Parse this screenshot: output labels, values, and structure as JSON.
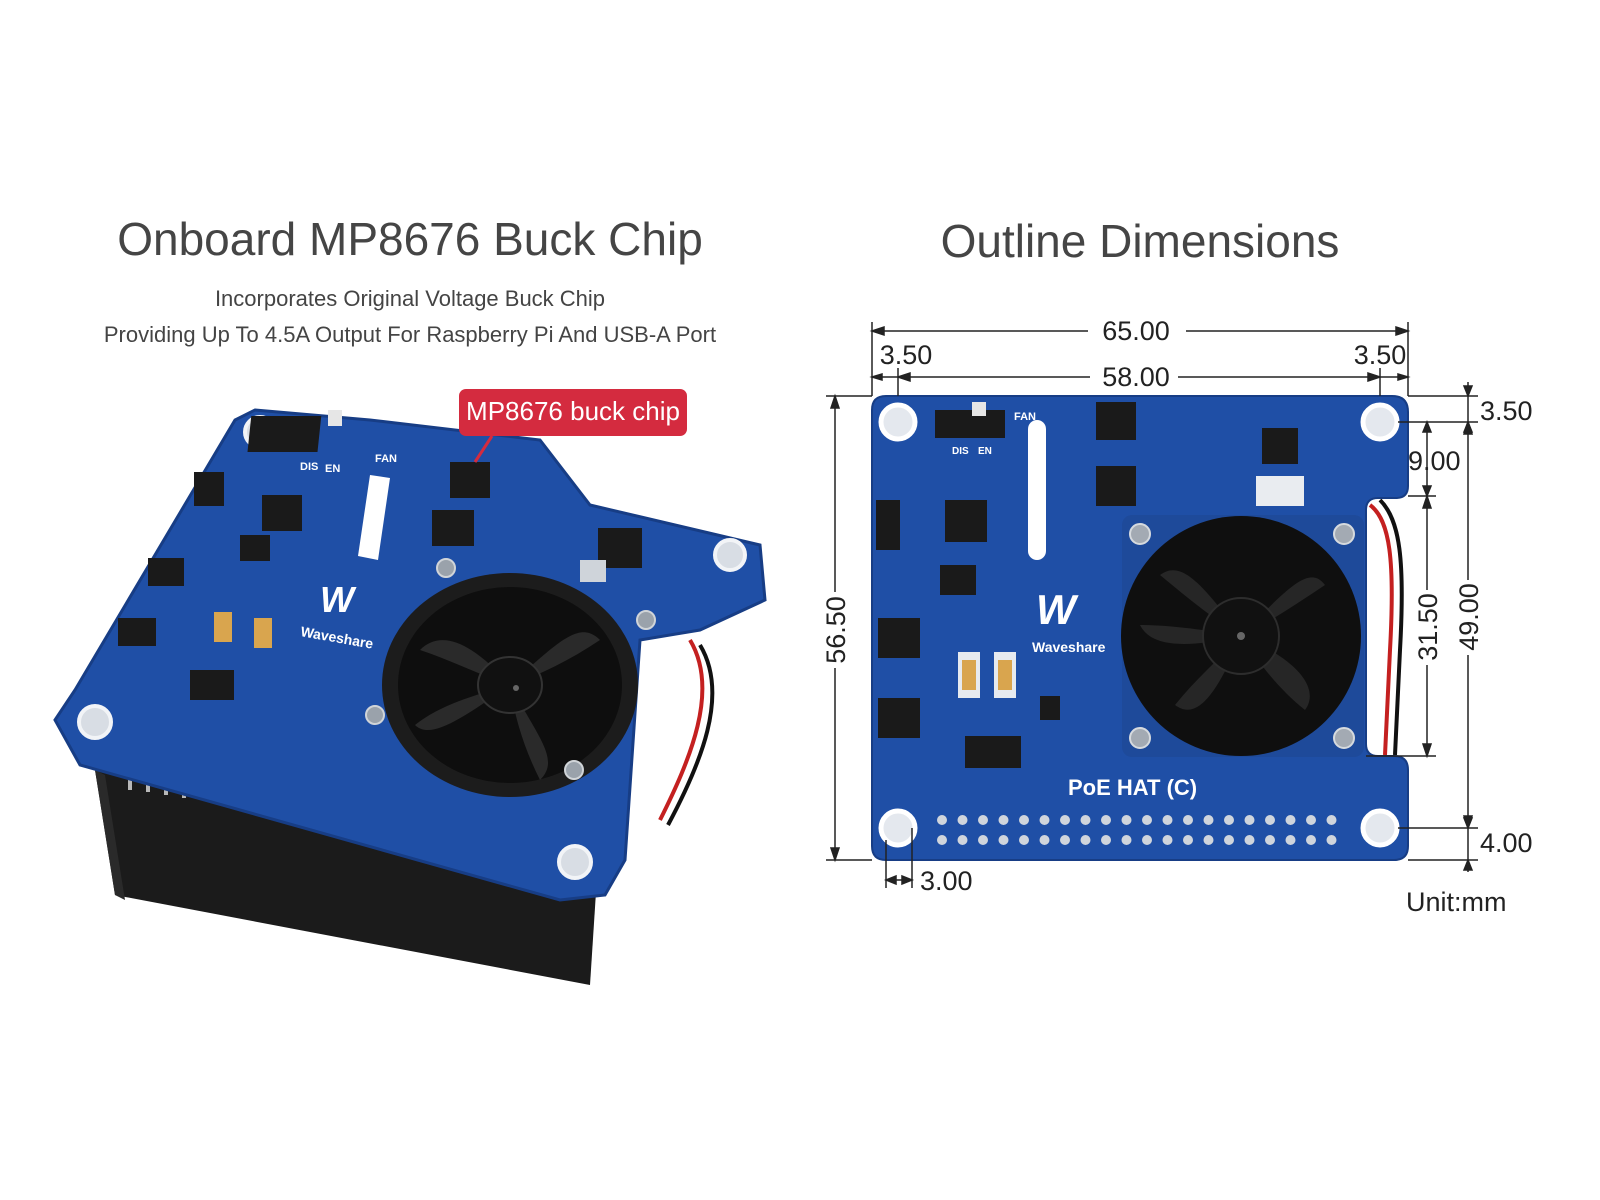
{
  "left_panel": {
    "title": "Onboard MP8676 Buck Chip",
    "subtitle_line1": "Incorporates Original Voltage Buck Chip",
    "subtitle_line2": "Providing Up To 4.5A Output For Raspberry Pi And USB-A Port",
    "callout_label": "MP8676 buck chip",
    "board_brand": "Waveshare",
    "switch_labels": [
      "DIS",
      "EN",
      "FAN"
    ]
  },
  "right_panel": {
    "title": "Outline Dimensions",
    "board_name": "PoE HAT (C)",
    "board_brand": "Waveshare",
    "switch_labels": [
      "DIS",
      "EN",
      "FAN"
    ],
    "unit_label": "Unit:mm",
    "dimensions": {
      "overall_width": "65.00",
      "hole_spacing_width": "58.00",
      "left_offset": "3.50",
      "right_offset": "3.50",
      "overall_height": "56.50",
      "top_offset": "3.50",
      "notch_height": "9.00",
      "notch_span": "31.50",
      "hole_spacing_height": "49.00",
      "bottom_offset": "4.00",
      "bottom_hole_offset": "3.00"
    }
  },
  "colors": {
    "pcb_blue": "#1f4fa6",
    "callout_red": "#d42b3f",
    "dim_line": "#222222"
  }
}
